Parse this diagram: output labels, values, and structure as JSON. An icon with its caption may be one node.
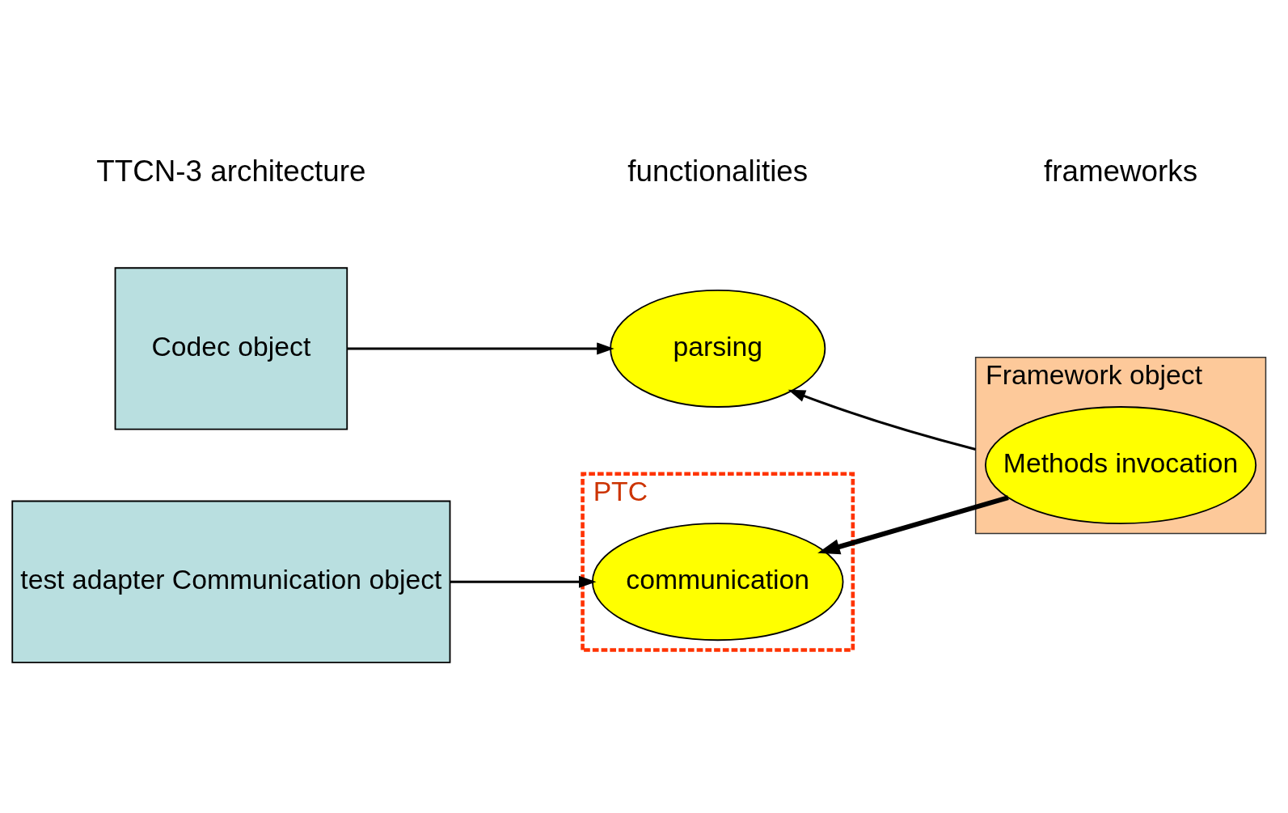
{
  "diagram": {
    "nodes": [
      {
        "text": [
          "Codec object"
        ]
      },
      {
        "text": [
          "parsing"
        ]
      },
      {
        "text": [
          "Framework object"
        ]
      },
      {
        "text": [
          "Methods invocation"
        ],
        "in": 2
      },
      {
        "text": [
          "PTC"
        ]
      },
      {
        "text": [
          "communication"
        ],
        "in": 4
      },
      {
        "text": [
          "test adapter Communication object"
        ]
      }
    ],
    "edges": [
      {
        "from": 0,
        "to": 1,
        "arrow": "to"
      },
      {
        "from": 2,
        "to": 1,
        "arrow": "to"
      },
      {
        "from": 6,
        "to": 5,
        "arrow": "to"
      },
      {
        "from": 3,
        "to": 5,
        "arrow": "to",
        "style": "thick"
      }
    ],
    "labels": [
      "TTCN-3 architecture",
      "functionalities",
      "frameworks"
    ]
  }
}
